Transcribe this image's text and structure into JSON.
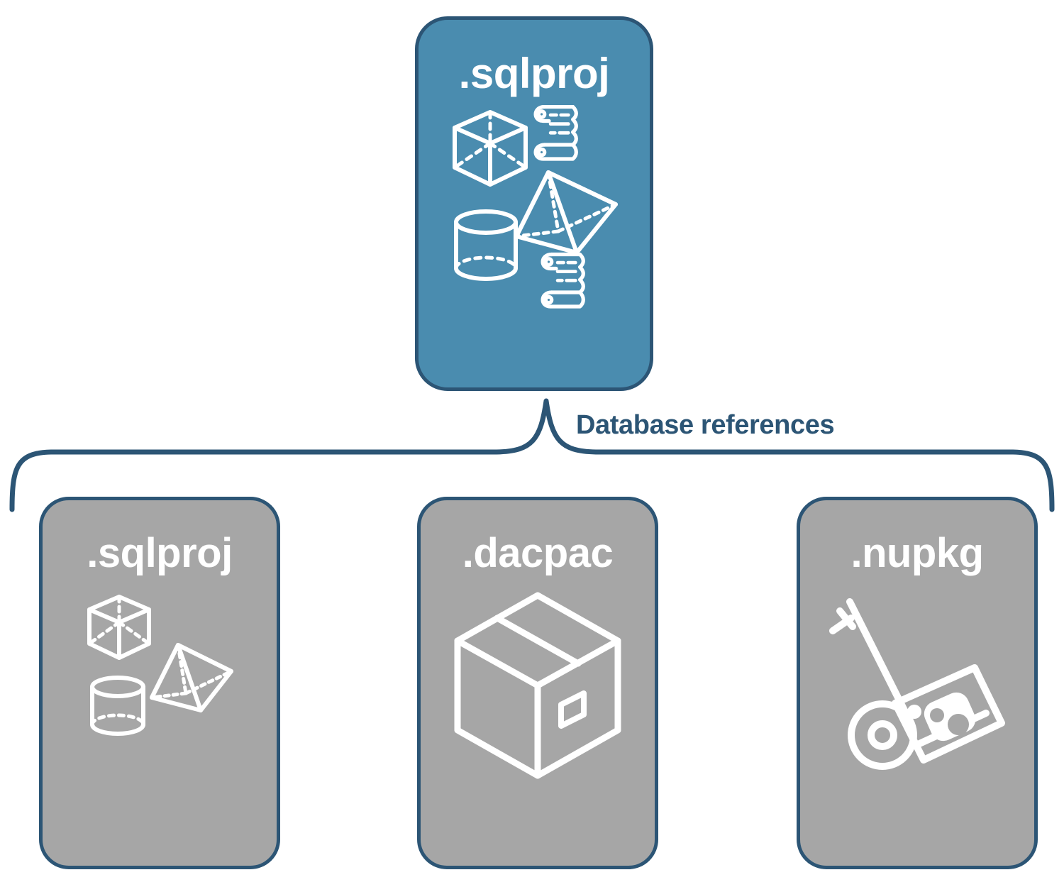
{
  "diagram": {
    "title_node": {
      "label": ".sqlproj",
      "fill_color": "#4A8CAF",
      "border_color": "#2C5575",
      "icons": [
        "cube-icon",
        "scroll-icon",
        "pyramid-icon",
        "cylinder-icon",
        "scroll-icon"
      ]
    },
    "connector": {
      "label": "Database references",
      "label_color": "#2C5575",
      "style": "curly-brace"
    },
    "reference_nodes": [
      {
        "label": ".sqlproj",
        "fill_color": "#A6A6A6",
        "border_color": "#2C5575",
        "icons": [
          "cube-icon",
          "pyramid-icon",
          "cylinder-icon"
        ]
      },
      {
        "label": ".dacpac",
        "fill_color": "#A6A6A6",
        "border_color": "#2C5575",
        "icons": [
          "package-box-icon"
        ]
      },
      {
        "label": ".nupkg",
        "fill_color": "#A6A6A6",
        "border_color": "#2C5575",
        "icons": [
          "hand-truck-icon"
        ]
      }
    ]
  }
}
